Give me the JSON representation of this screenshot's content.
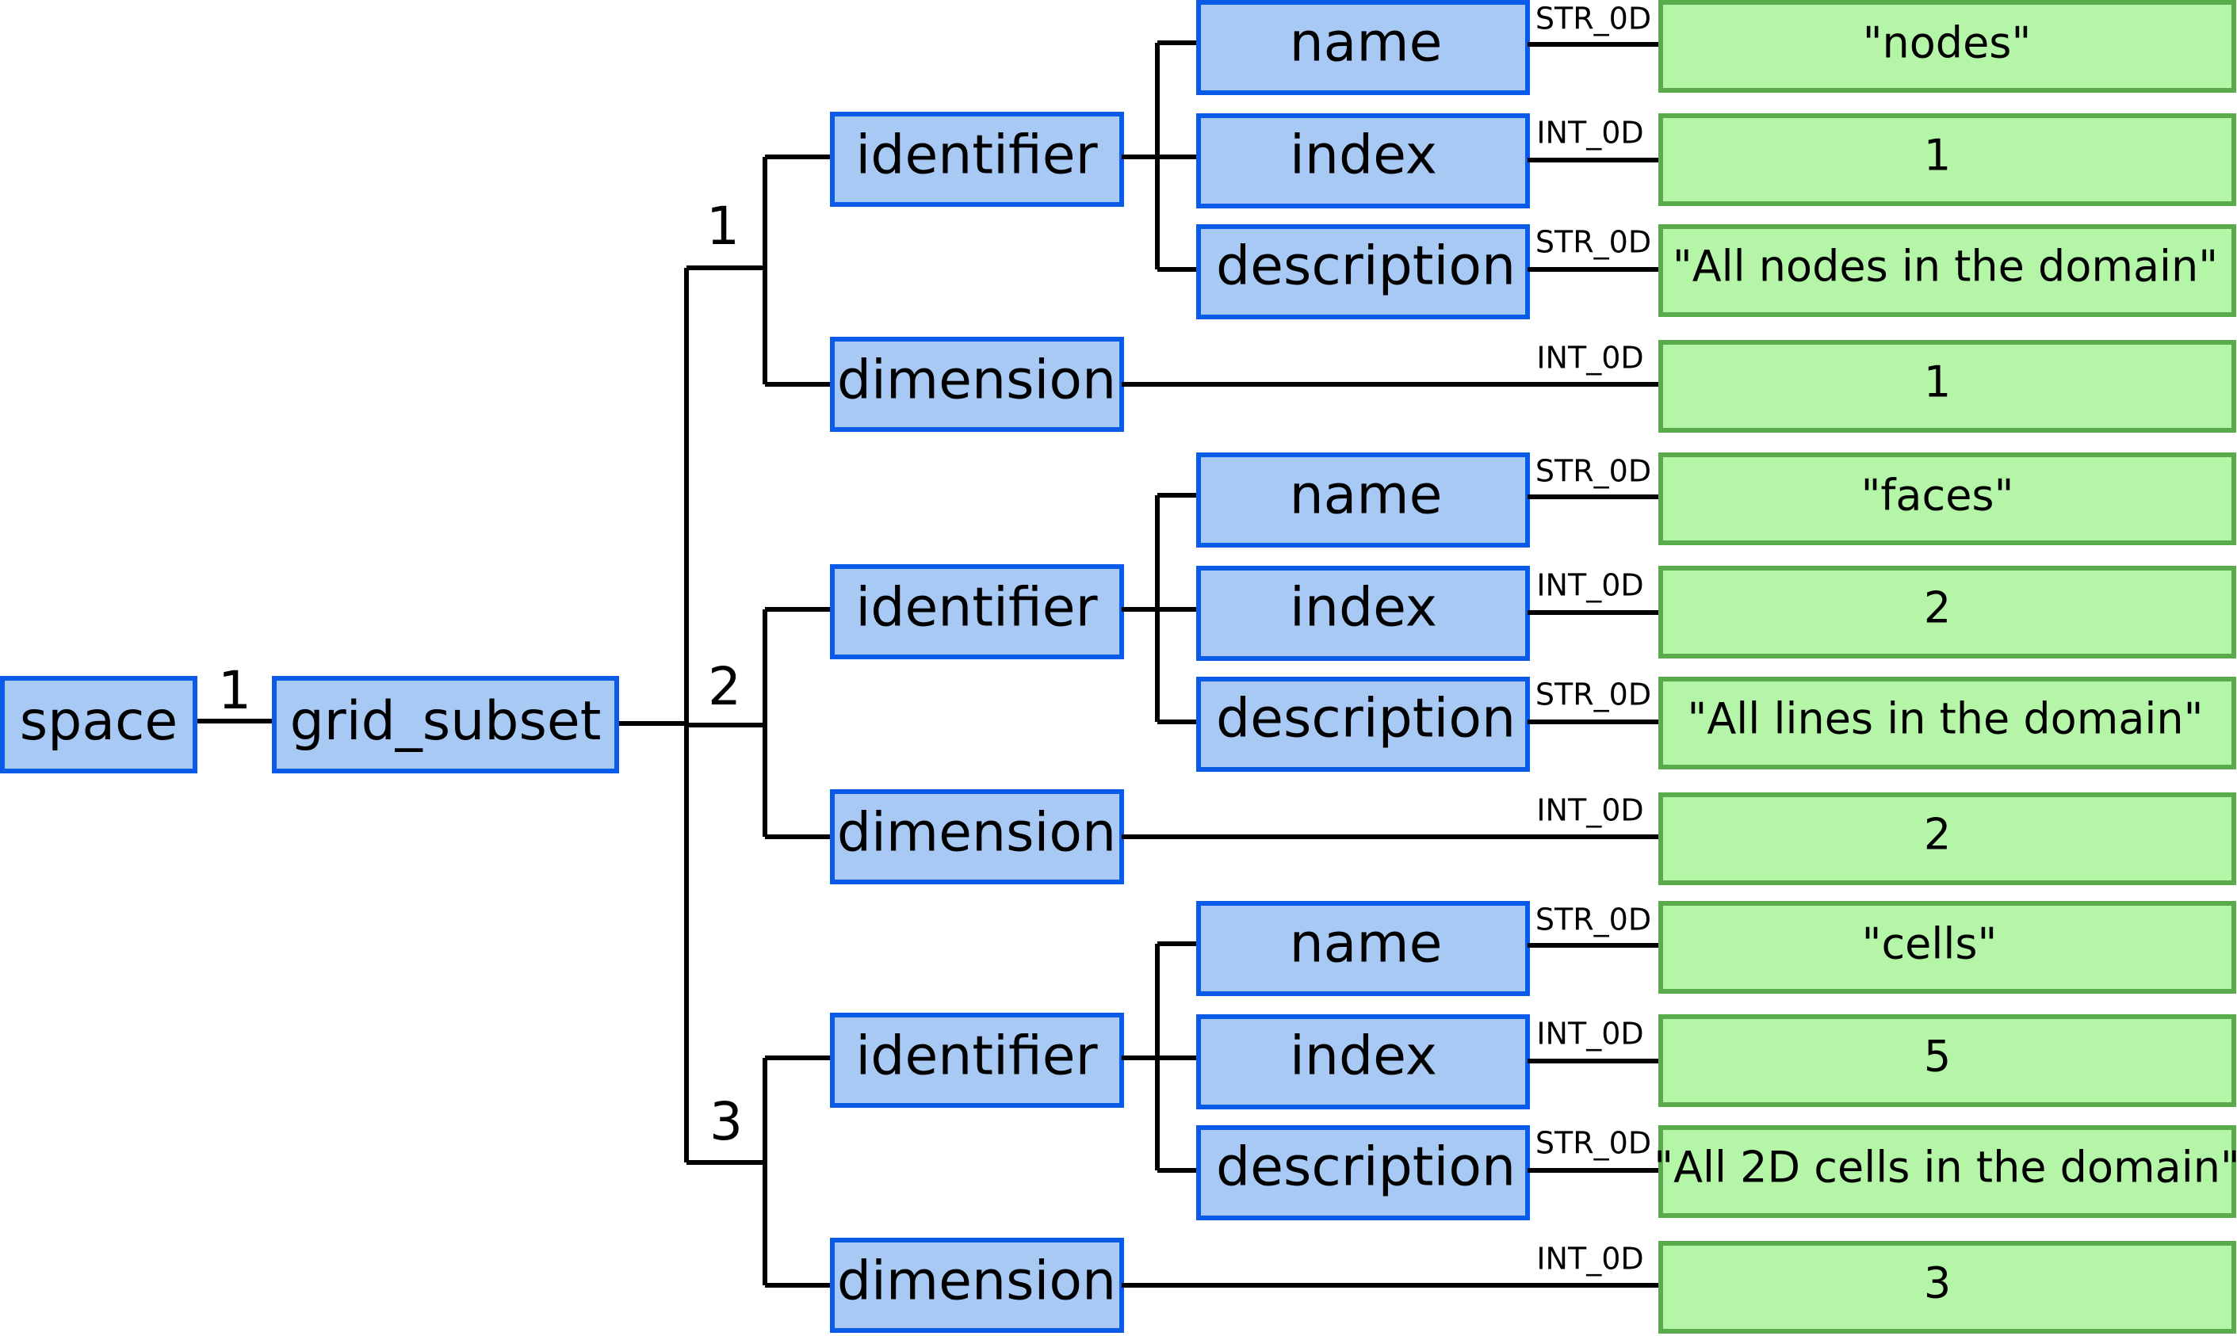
{
  "root": {
    "space": "space",
    "grid_subset": "grid_subset",
    "multiplicity": "1"
  },
  "subsets": [
    {
      "index_label": "1",
      "identifier": "identifier",
      "dimension": "dimension",
      "fields": [
        {
          "key": "name",
          "type": "STR_0D",
          "value": "\"nodes\""
        },
        {
          "key": "index",
          "type": "INT_0D",
          "value": "1"
        },
        {
          "key": "description",
          "type": "STR_0D",
          "value": "\"All nodes in the domain\""
        }
      ],
      "dimension_type": "INT_0D",
      "dimension_value": "1"
    },
    {
      "index_label": "2",
      "identifier": "identifier",
      "dimension": "dimension",
      "fields": [
        {
          "key": "name",
          "type": "STR_0D",
          "value": "\"faces\""
        },
        {
          "key": "index",
          "type": "INT_0D",
          "value": "2"
        },
        {
          "key": "description",
          "type": "STR_0D",
          "value": "\"All lines in the domain\""
        }
      ],
      "dimension_type": "INT_0D",
      "dimension_value": "2"
    },
    {
      "index_label": "3",
      "identifier": "identifier",
      "dimension": "dimension",
      "fields": [
        {
          "key": "name",
          "type": "STR_0D",
          "value": "\"cells\""
        },
        {
          "key": "index",
          "type": "INT_0D",
          "value": "5"
        },
        {
          "key": "description",
          "type": "STR_0D",
          "value": "\"All 2D cells in the domain\""
        }
      ],
      "dimension_type": "INT_0D",
      "dimension_value": "3"
    }
  ],
  "colors": {
    "node_fill": "#a9c9f5",
    "node_stroke": "#0a5be8",
    "value_fill": "#b4f5a8",
    "value_stroke": "#5aab4c",
    "edge": "#000000"
  }
}
